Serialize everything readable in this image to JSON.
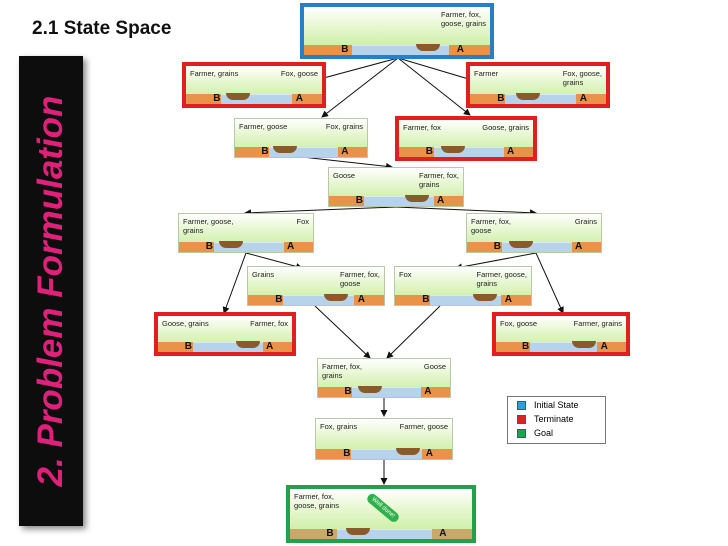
{
  "slide": {
    "heading": "2.1 State Space",
    "side_title": "2. Problem Formulation"
  },
  "colors": {
    "initial": "#2a7fc4",
    "terminate": "#e02020",
    "goal": "#1fa24a",
    "side_title": "#e0207a",
    "side_bar": "#0d0d0d"
  },
  "banks": {
    "left": "B",
    "right": "A"
  },
  "states": [
    {
      "id": "s1",
      "type": "initial",
      "left": "",
      "right": "Farmer, fox,\ngoose, grains"
    },
    {
      "id": "s2",
      "type": "terminate",
      "left": "Farmer, grains",
      "right": "Fox, goose"
    },
    {
      "id": "s3",
      "type": "terminate",
      "left": "Farmer",
      "right": "Fox, goose,\ngrains"
    },
    {
      "id": "s4",
      "type": "plain",
      "left": "Farmer, goose",
      "right": "Fox, grains"
    },
    {
      "id": "s5",
      "type": "terminate",
      "left": "Farmer, fox",
      "right": "Goose, grains"
    },
    {
      "id": "s6",
      "type": "plain",
      "left": "Goose",
      "right": "Farmer, fox,\ngrains"
    },
    {
      "id": "s7",
      "type": "plain",
      "left": "Farmer, goose,\ngrains",
      "right": "Fox"
    },
    {
      "id": "s8",
      "type": "plain",
      "left": "Farmer, fox,\ngoose",
      "right": "Grains"
    },
    {
      "id": "s9",
      "type": "plain",
      "left": "Grains",
      "right": "Farmer, fox,\ngoose"
    },
    {
      "id": "s10",
      "type": "plain",
      "left": "Fox",
      "right": "Farmer, goose,\ngrains"
    },
    {
      "id": "s11",
      "type": "terminate",
      "left": "Goose, grains",
      "right": "Farmer, fox"
    },
    {
      "id": "s12",
      "type": "terminate",
      "left": "Fox, goose",
      "right": "Farmer, grains"
    },
    {
      "id": "s13",
      "type": "plain",
      "left": "Farmer, fox,\ngrains",
      "right": "Goose"
    },
    {
      "id": "s14",
      "type": "plain",
      "left": "Fox, grains",
      "right": "Farmer, goose"
    },
    {
      "id": "s15",
      "type": "goal",
      "left": "Farmer, fox,\ngoose, grains",
      "right": "",
      "tag": "Well done!"
    }
  ],
  "legend": [
    {
      "label": "Initial State",
      "color": "#2aa0d8"
    },
    {
      "label": "Terminate",
      "color": "#e02020"
    },
    {
      "label": "Goal",
      "color": "#1fa24a"
    }
  ]
}
